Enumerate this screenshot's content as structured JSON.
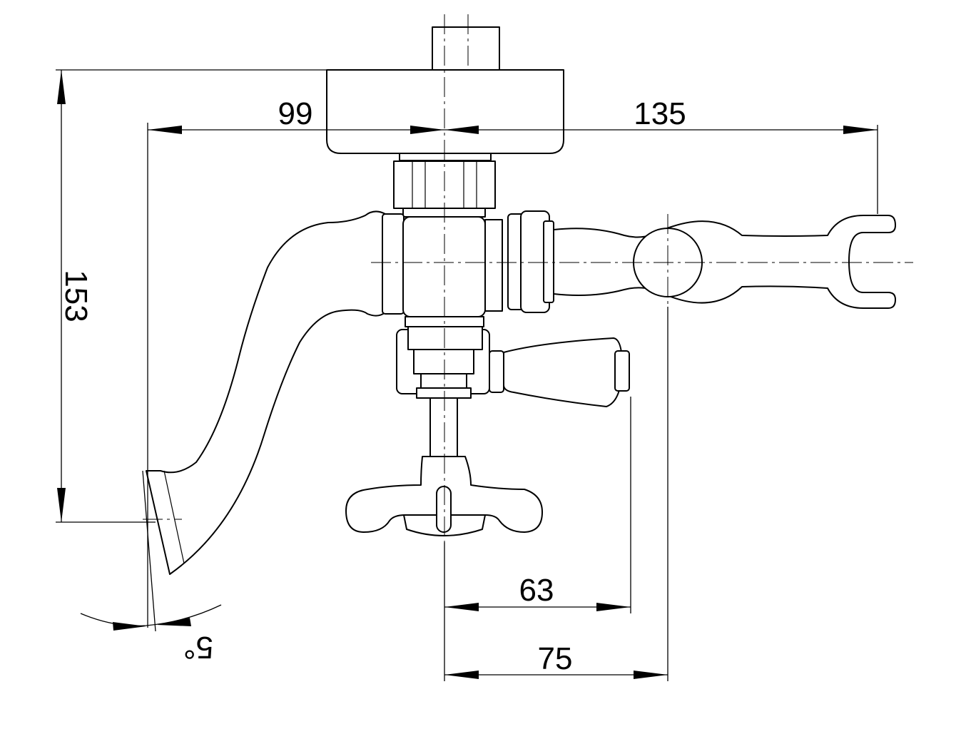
{
  "dimensions": {
    "d99": "99",
    "d135": "135",
    "d153": "153",
    "d63": "63",
    "d75": "75",
    "angle": "5°"
  }
}
